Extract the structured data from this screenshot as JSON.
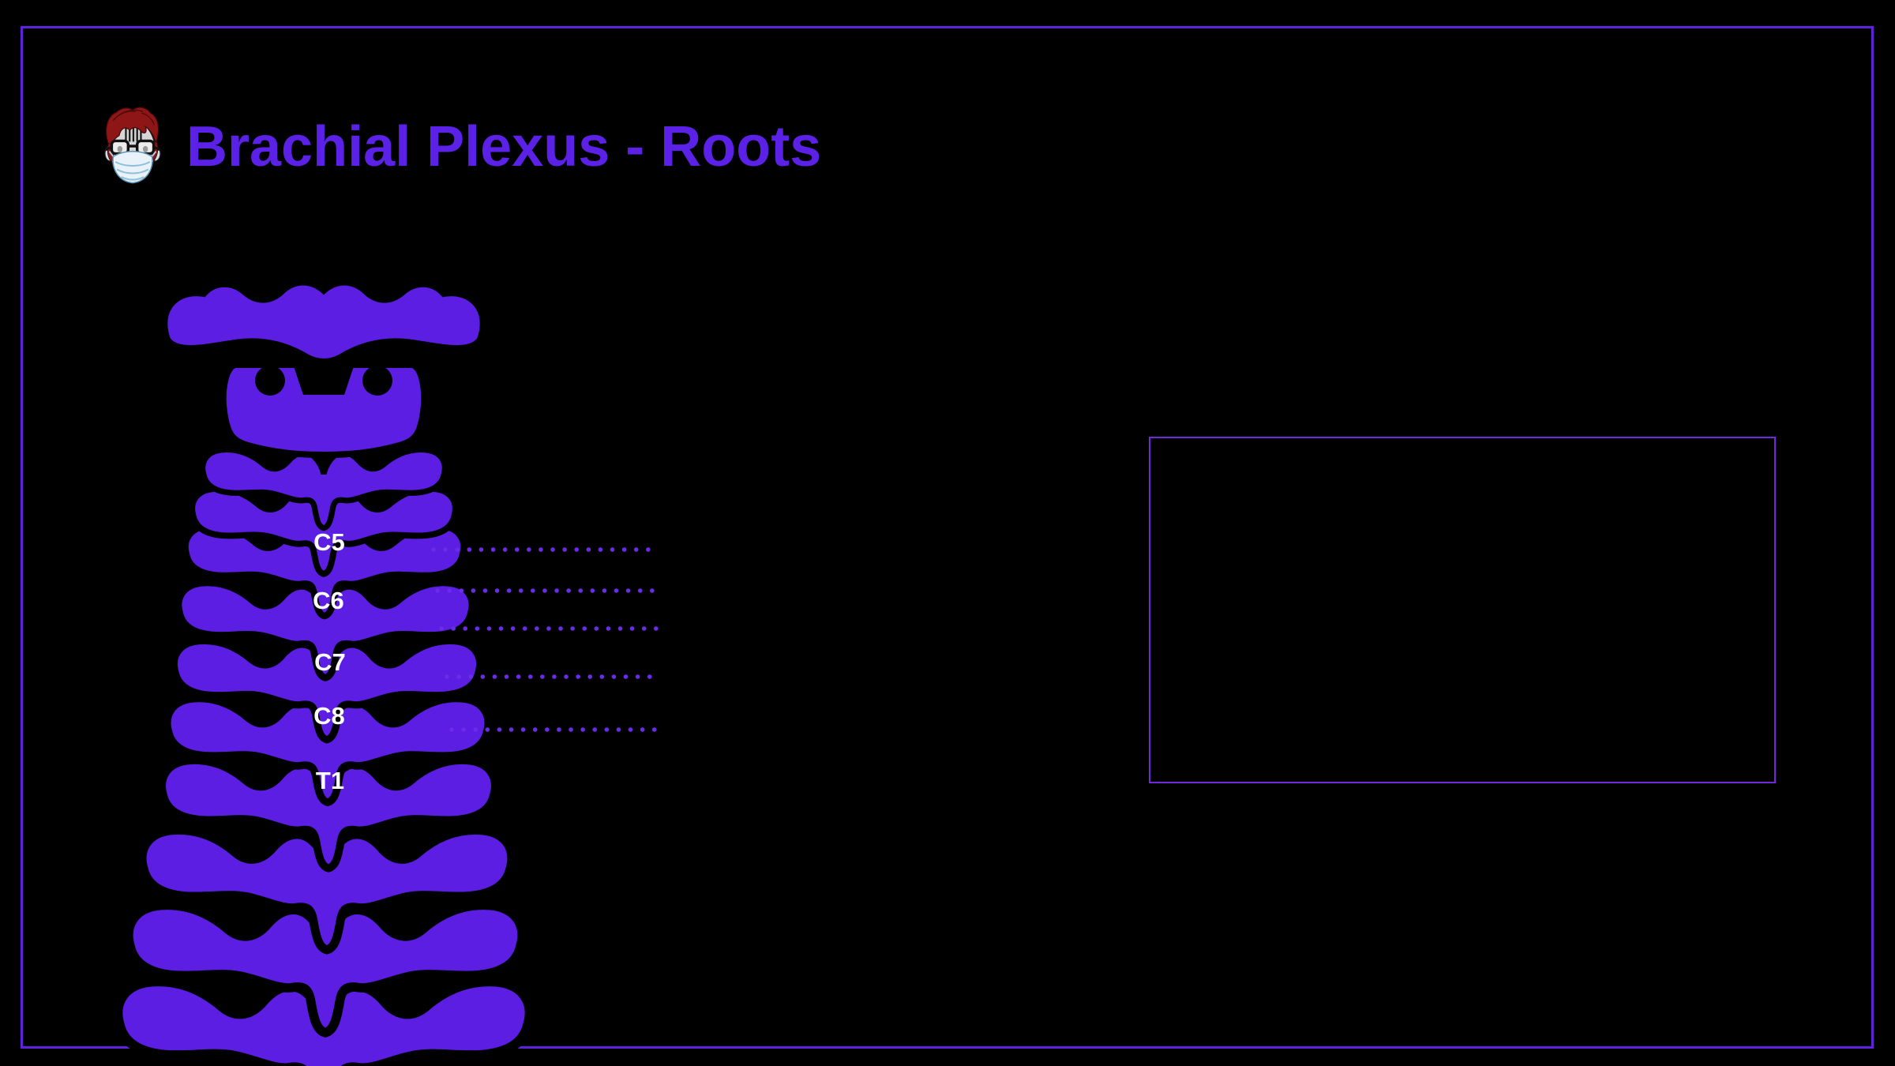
{
  "slide": {
    "background_color": "#000000",
    "frame_border_color": "#5e21dc"
  },
  "header": {
    "avatar_icon": "masked-doctor-avatar",
    "title": "Brachial Plexus - Roots",
    "title_color": "#5b21e6"
  },
  "spine_diagram": {
    "structure": "cervical-spine-column",
    "bone_color": "#5b1ee2",
    "label_color": "#ffffff",
    "roots": [
      {
        "label": "C5"
      },
      {
        "label": "C6"
      },
      {
        "label": "C7"
      },
      {
        "label": "C8"
      },
      {
        "label": "T1"
      }
    ],
    "leader_lines": {
      "style": "dotted",
      "color": "#6b2be8",
      "count": 5
    }
  },
  "answer_box": {
    "border_color": "#7428dc",
    "content": ""
  }
}
